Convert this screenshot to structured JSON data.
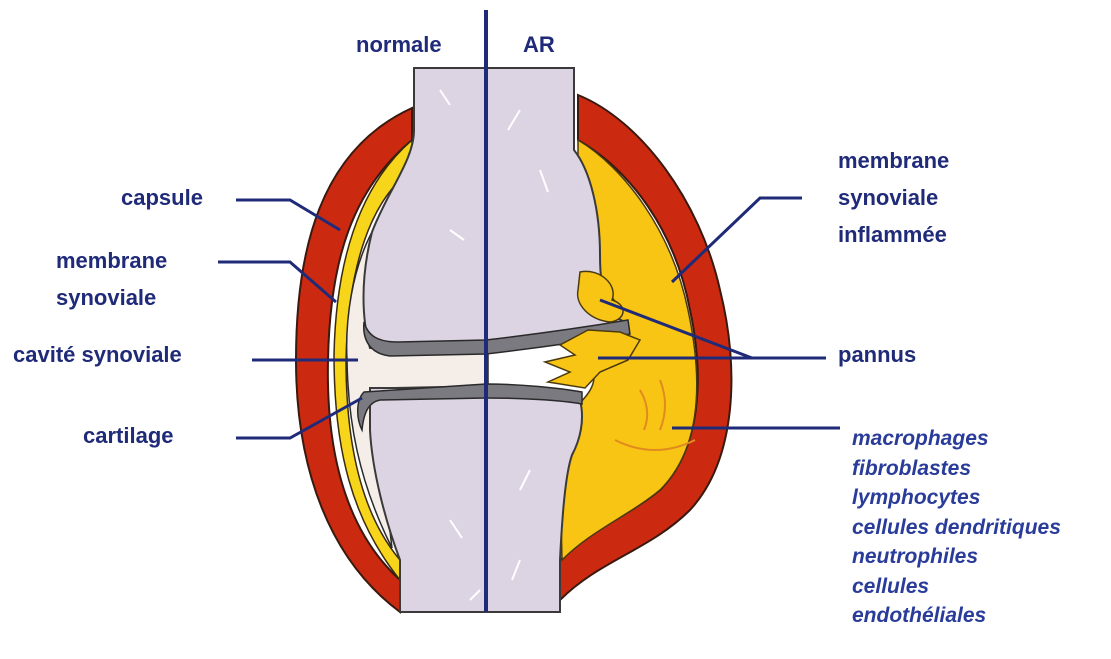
{
  "header": {
    "normal_label": "normale",
    "ra_label": "AR"
  },
  "labels": {
    "capsule": "capsule",
    "synovial_membrane_line1": "membrane",
    "synovial_membrane_line2": "synoviale",
    "synovial_cavity": "cavité synoviale",
    "cartilage": "cartilage",
    "inflamed_membrane_line1": "membrane",
    "inflamed_membrane_line2": "synoviale",
    "inflamed_membrane_line3": "inflammée",
    "pannus": "pannus"
  },
  "cell_types": [
    "macrophages",
    "fibroblastes",
    "lymphocytes",
    "cellules dendritiques",
    "neutrophiles",
    "cellules",
    "endothéliales"
  ],
  "colors": {
    "bone": "#dcd3e3",
    "capsule": "#cc2a10",
    "synovium": "#f7d51a",
    "cartilage": "#7a7a80",
    "cavity": "#f4ede8",
    "line": "#1f2a78",
    "italic_text": "#2a3c9a"
  }
}
